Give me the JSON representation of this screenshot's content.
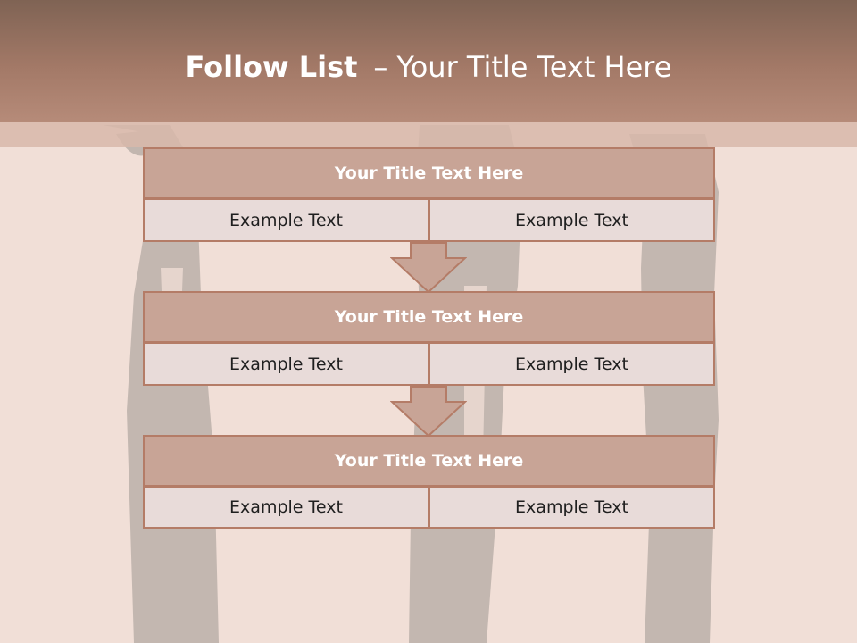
{
  "slide": {
    "title_bold": "Follow List",
    "title_dash": "–",
    "title_rest": "Your Title Text Here"
  },
  "colors": {
    "header": "#a37967",
    "box_header": "#c8a496",
    "box_cell": "#e8dbd9",
    "border": "#b47c67",
    "background": "#f1dfd7"
  },
  "flow": [
    {
      "title": "Your Title Text Here",
      "left": "Example Text",
      "right": "Example Text"
    },
    {
      "title": "Your Title Text Here",
      "left": "Example Text",
      "right": "Example Text"
    },
    {
      "title": "Your Title Text Here",
      "left": "Example Text",
      "right": "Example Text"
    }
  ],
  "connectors": [
    "down-arrow-icon",
    "down-arrow-icon"
  ]
}
